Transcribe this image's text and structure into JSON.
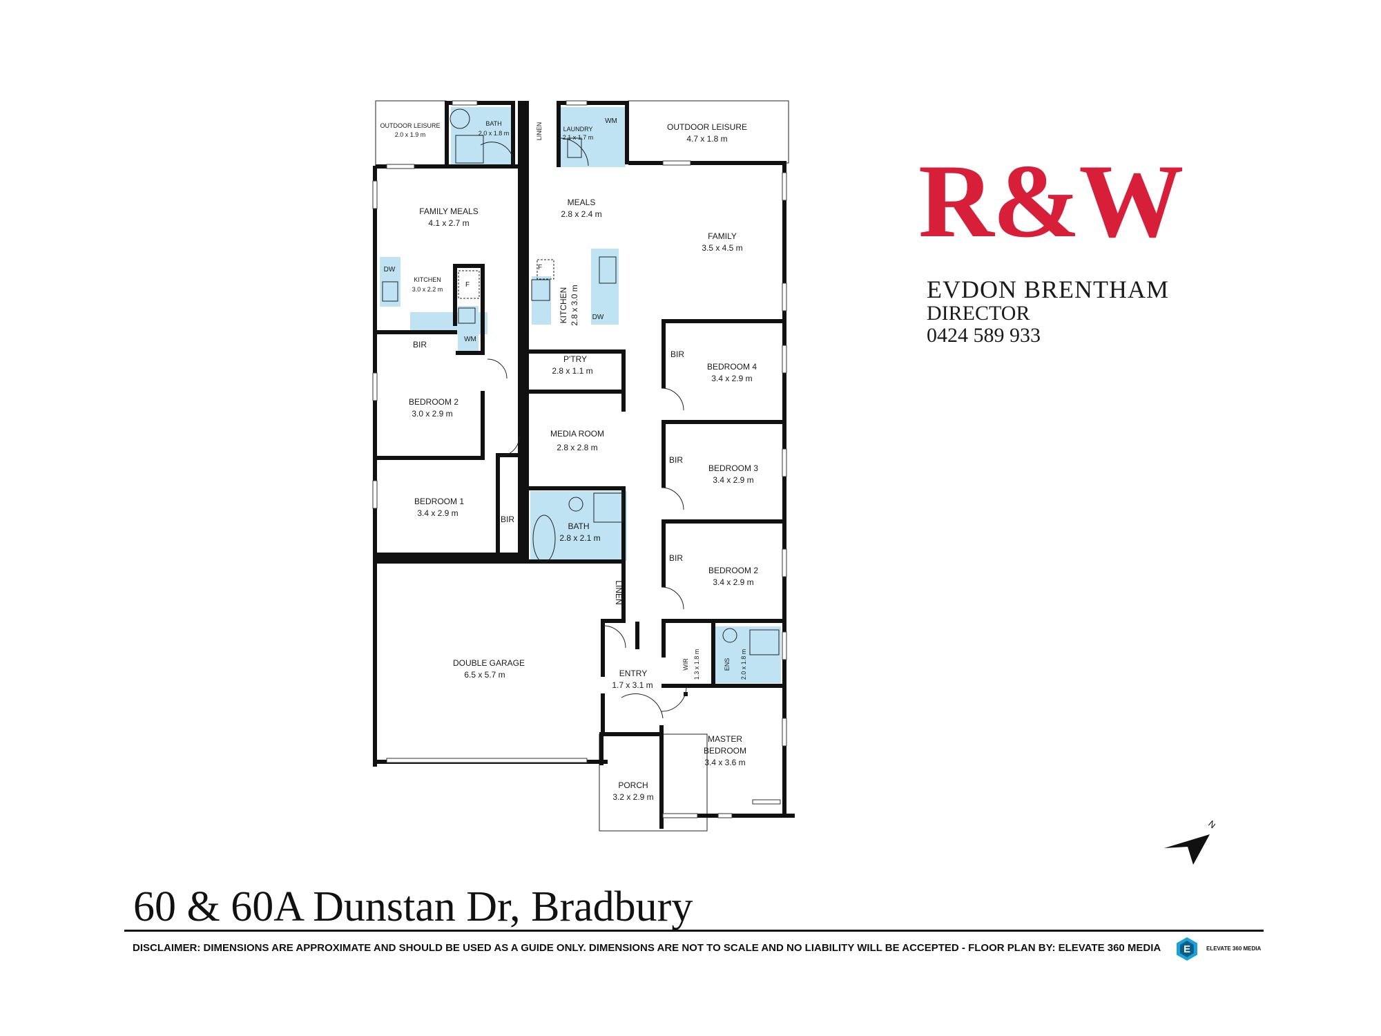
{
  "branding": {
    "logo": "R&W",
    "agent_name": "EVDON BRENTHAM",
    "agent_title": "DIRECTOR",
    "agent_phone": "0424 589 933",
    "brand_color": "#d71f3a"
  },
  "address": "60 & 60A Dunstan Dr, Bradbury",
  "disclaimer": "DISCLAIMER: DIMENSIONS ARE APPROXIMATE AND SHOULD BE USED AS A GUIDE ONLY. DIMENSIONS ARE NOT TO SCALE AND NO LIABILITY WILL BE ACCEPTED - FLOOR PLAN BY: ELEVATE 360 MEDIA",
  "floor_plan_logo": {
    "letter": "E",
    "text": "ELEVATE 360 MEDIA",
    "color": "#1aa3d9"
  },
  "compass": {
    "label": "N"
  },
  "colors": {
    "wet_area": "#bfe3f2",
    "walls": "#111111"
  },
  "rooms": {
    "outdoor_leisure_left": {
      "name": "OUTDOOR LEISURE",
      "size": "2.0 x 1.9 m"
    },
    "bath_top": {
      "name": "BATH",
      "size": "2.0 x 1.8 m"
    },
    "linen_top": {
      "name": "LINEN"
    },
    "laundry": {
      "name": "LAUNDRY",
      "size": "2.1 x 1.7 m"
    },
    "wm_laundry": {
      "name": "WM"
    },
    "outdoor_leisure_right": {
      "name": "OUTDOOR LEISURE",
      "size": "4.7 x 1.8 m"
    },
    "family_meals": {
      "name": "FAMILY MEALS",
      "size": "4.1 x 2.7 m"
    },
    "kitchen_left": {
      "name": "KITCHEN",
      "size": "3.0 x 2.2 m"
    },
    "dw_left": {
      "name": "DW"
    },
    "fridge_left": {
      "name": "F"
    },
    "wm_left": {
      "name": "WM"
    },
    "bir_left": {
      "name": "BIR"
    },
    "bedroom2_left": {
      "name": "BEDROOM 2",
      "size": "3.0 x 2.9 m"
    },
    "bedroom1": {
      "name": "BEDROOM 1",
      "size": "3.4 x 2.9 m"
    },
    "bir_bedroom1": {
      "name": "BIR"
    },
    "meals": {
      "name": "MEALS",
      "size": "2.8 x 2.4 m"
    },
    "kitchen_right": {
      "name": "KITCHEN",
      "size": "2.8 x 3.0 m"
    },
    "fridge_right": {
      "name": "F"
    },
    "dw_right": {
      "name": "DW"
    },
    "pantry": {
      "name": "P'TRY",
      "size": "2.8 x 1.1 m"
    },
    "family": {
      "name": "FAMILY",
      "size": "3.5 x 4.5 m"
    },
    "media_room": {
      "name": "MEDIA ROOM",
      "size": "2.8 x 2.8 m"
    },
    "bath_main": {
      "name": "BATH",
      "size": "2.8 x 2.1 m"
    },
    "bedroom4": {
      "name": "BEDROOM 4",
      "size": "3.4 x 2.9 m"
    },
    "bir_bedroom4": {
      "name": "BIR"
    },
    "bedroom3": {
      "name": "BEDROOM 3",
      "size": "3.4 x 2.9 m"
    },
    "bir_bedroom3": {
      "name": "BIR"
    },
    "bedroom2_right": {
      "name": "BEDROOM 2",
      "size": "3.4 x 2.9 m"
    },
    "bir_bedroom2_right": {
      "name": "BIR"
    },
    "linen_mid": {
      "name": "LINEN"
    },
    "double_garage": {
      "name": "DOUBLE GARAGE",
      "size": "6.5 x 5.7 m"
    },
    "entry": {
      "name": "ENTRY",
      "size": "1.7 x 3.1 m"
    },
    "wir": {
      "name": "WIR",
      "size": "1.3 x 1.8 m"
    },
    "ens": {
      "name": "ENS",
      "size": "2.0 x 1.8 m"
    },
    "master_bedroom": {
      "name_line1": "MASTER",
      "name_line2": "BEDROOM",
      "size": "3.4 x 3.6 m"
    },
    "porch": {
      "name": "PORCH",
      "size": "3.2 x 2.9 m"
    }
  }
}
